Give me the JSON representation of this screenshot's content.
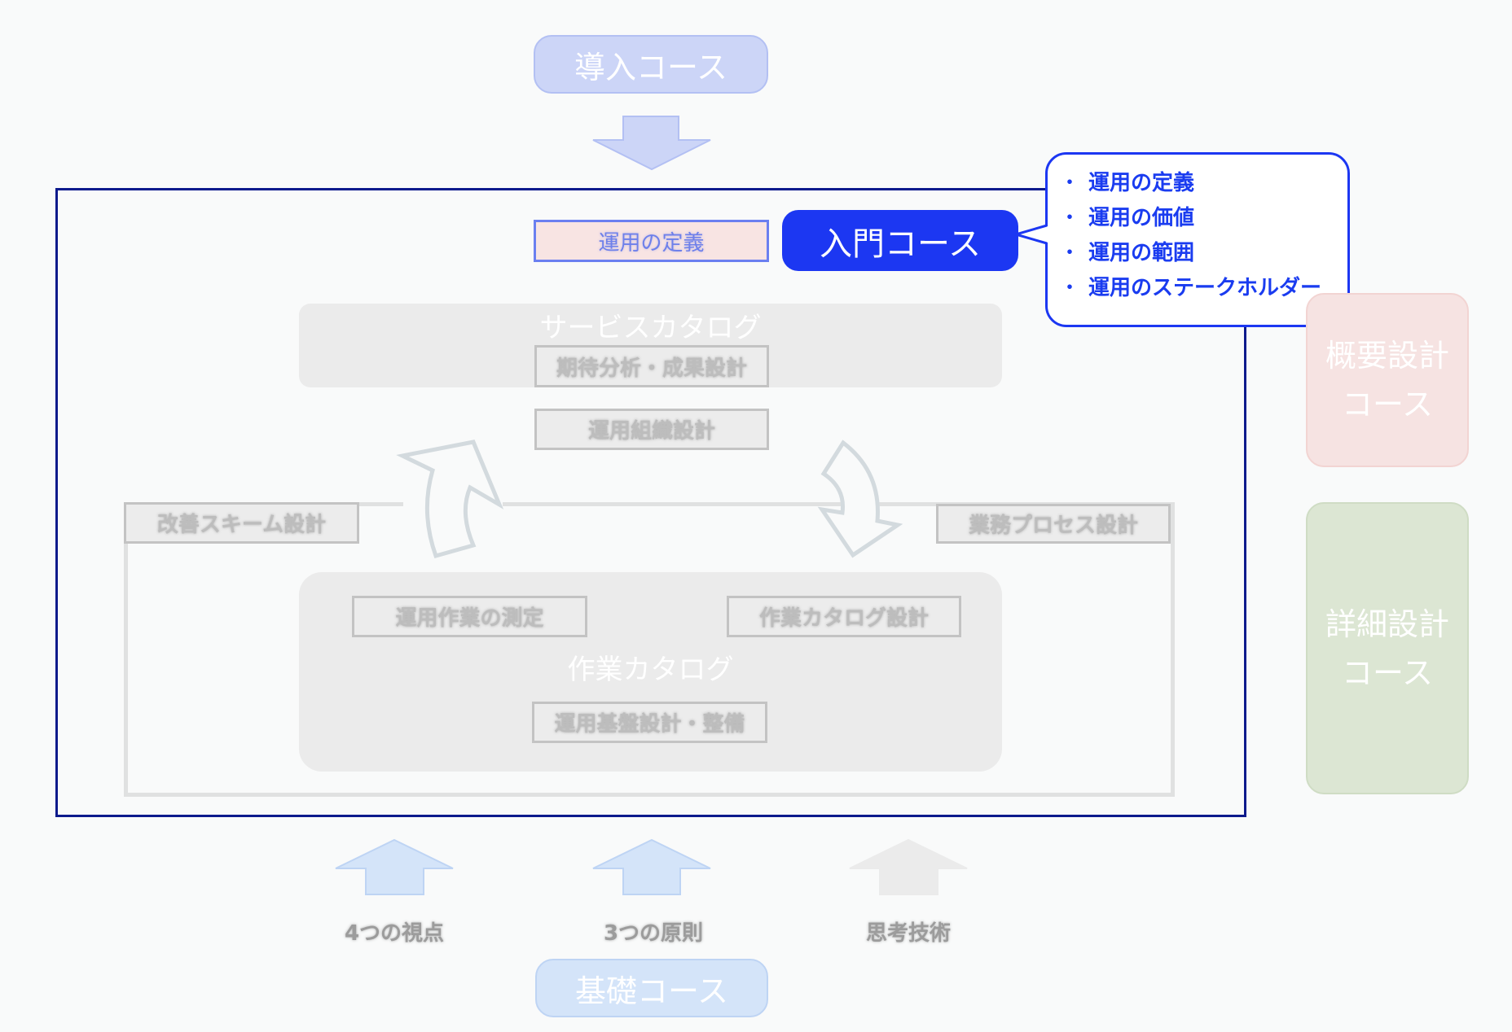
{
  "courses": {
    "intro": "導入コース",
    "entry": "入門コース",
    "overview_design": [
      "概要設計",
      "コース"
    ],
    "detail_design": [
      "詳細設計",
      "コース"
    ],
    "basic": "基礎コース"
  },
  "callout": {
    "bullet": "・",
    "items": [
      "運用の定義",
      "運用の価値",
      "運用の範囲",
      "運用のステークホルダー"
    ]
  },
  "highlighted_box": "運用の定義",
  "service_catalog": {
    "label": "サービスカタログ",
    "box": "期待分析・成果設計"
  },
  "org_design": "運用組織設計",
  "improvement_scheme": "改善スキーム設計",
  "business_process": "業務プロセス設計",
  "work_catalog": {
    "label": "作業カタログ",
    "measurement": "運用作業の測定",
    "catalog_design": "作業カタログ設計",
    "infrastructure": "運用基盤設計・整備"
  },
  "foundations": [
    "4つの視点",
    "3つの原則",
    "思考技術"
  ],
  "colors": {
    "frame": "#0d1a8c",
    "entry_accent": "#1c37f2",
    "intro_fill": "#ccd5f7",
    "basic_fill": "#d4e4f9",
    "overview_fill": "#f6e3e2",
    "detail_fill": "#dce6d3"
  }
}
